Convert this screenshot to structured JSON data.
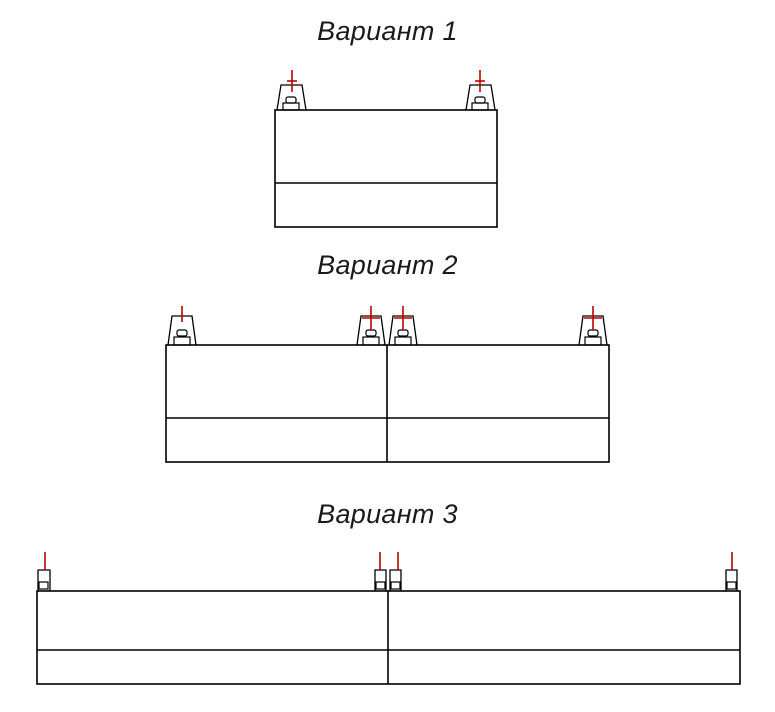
{
  "variants": [
    {
      "title": "Вариант 1"
    },
    {
      "title": "Вариант 2"
    },
    {
      "title": "Вариант 3"
    }
  ],
  "colors": {
    "line": "#000000",
    "marker": "#c00000",
    "text": "#1a1a1a"
  }
}
